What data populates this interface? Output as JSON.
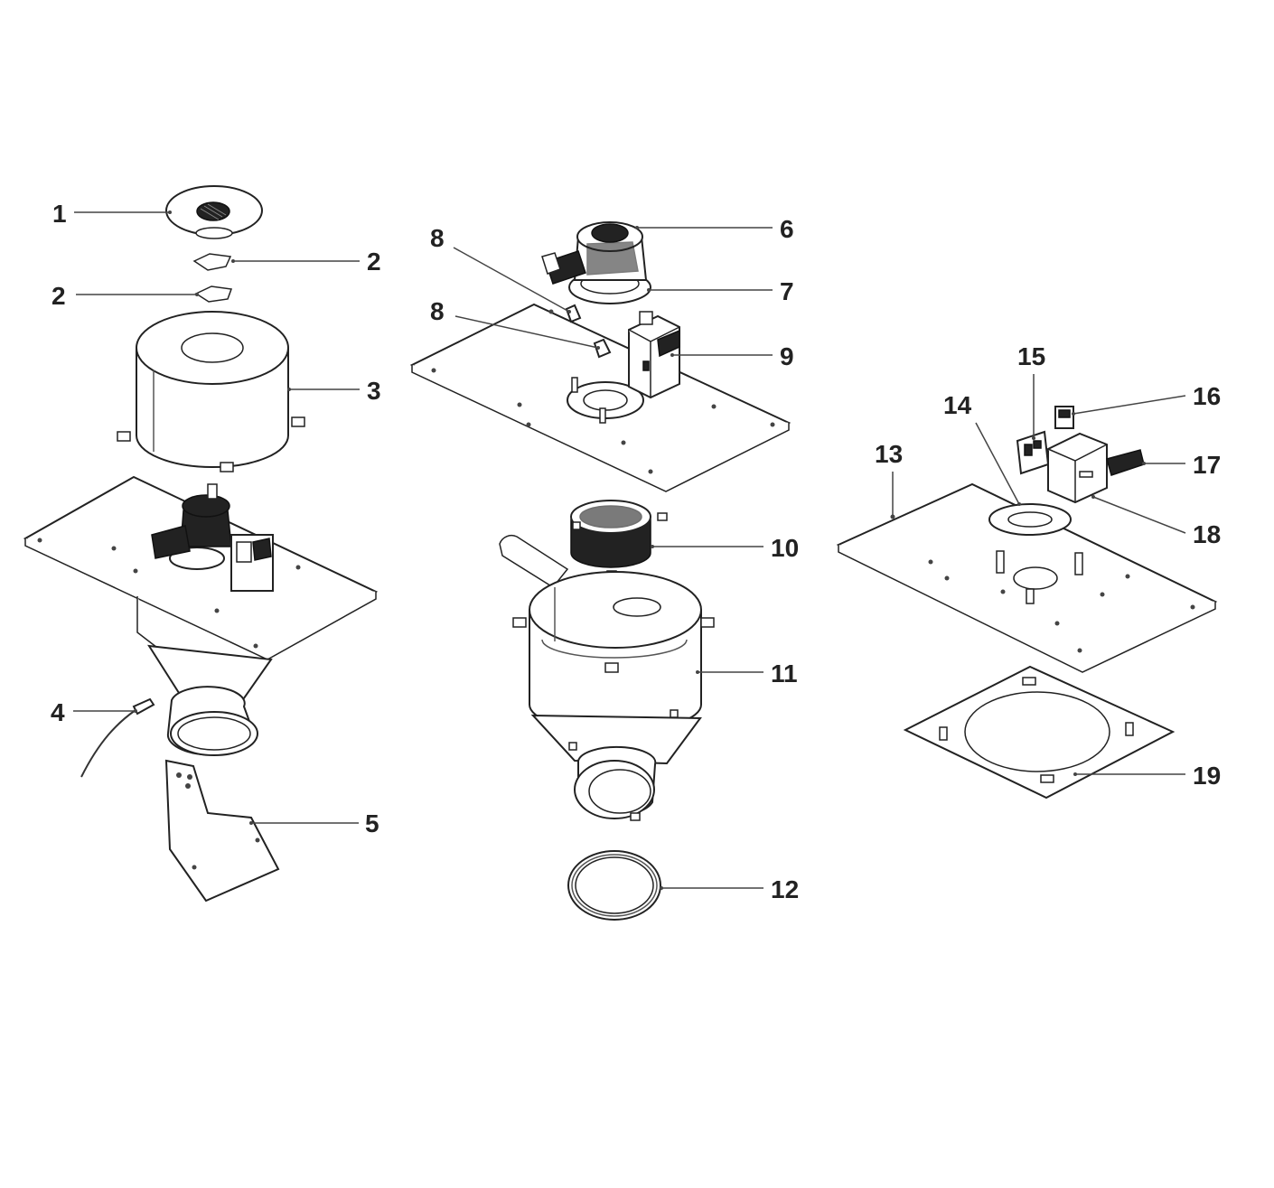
{
  "callouts": [
    {
      "id": "c1",
      "label": "1"
    },
    {
      "id": "c2a",
      "label": "2"
    },
    {
      "id": "c2b",
      "label": "2"
    },
    {
      "id": "c3",
      "label": "3"
    },
    {
      "id": "c4",
      "label": "4"
    },
    {
      "id": "c5",
      "label": "5"
    },
    {
      "id": "c6",
      "label": "6"
    },
    {
      "id": "c7",
      "label": "7"
    },
    {
      "id": "c8a",
      "label": "8"
    },
    {
      "id": "c8b",
      "label": "8"
    },
    {
      "id": "c9",
      "label": "9"
    },
    {
      "id": "c10",
      "label": "10"
    },
    {
      "id": "c11",
      "label": "11"
    },
    {
      "id": "c12",
      "label": "12"
    },
    {
      "id": "c13",
      "label": "13"
    },
    {
      "id": "c14",
      "label": "14"
    },
    {
      "id": "c15",
      "label": "15"
    },
    {
      "id": "c16",
      "label": "16"
    },
    {
      "id": "c17",
      "label": "17"
    },
    {
      "id": "c18",
      "label": "18"
    },
    {
      "id": "c19",
      "label": "19"
    }
  ]
}
